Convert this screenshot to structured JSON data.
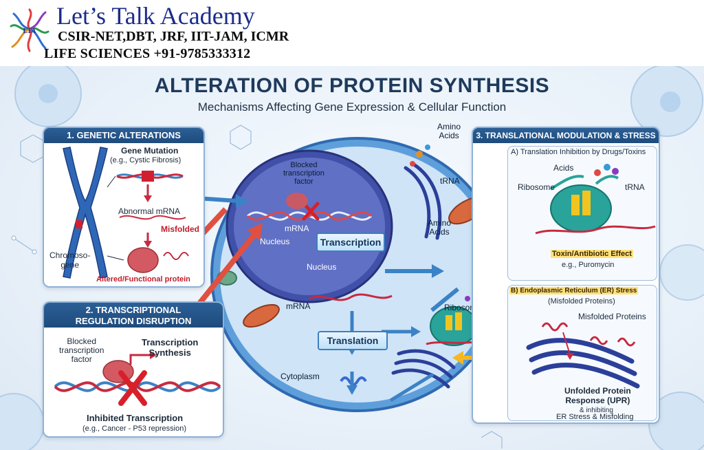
{
  "header": {
    "academy_name": "Let’s Talk Academy",
    "exams": "CSIR-NET,DBT, JRF, IIT-JAM, ICMR",
    "contact": "LIFE SCIENCES   +91-9785333312",
    "logo_text": "LTA"
  },
  "title": "ALTERATION OF PROTEIN SYNTHESIS",
  "subtitle": "Mechanisms Affecting Gene Expression & Cellular Function",
  "panel1": {
    "heading": "1. GENETIC ALTERATIONS",
    "gene_mutation": "Gene Mutation",
    "gene_mutation_example": "(e.g., Cystic Fibrosis)",
    "abnormal_mrna": "Abnormal mRNA",
    "misfolded": "Misfolded",
    "chromosome_gene": "Chromoso-\ngene",
    "altered_protein": "Altered/Functional protein"
  },
  "panel2": {
    "heading_line1": "2. TRANSCRIPTIONAL",
    "heading_line2": "REGULATION DISRUPTION",
    "blocked_factor": "Blocked\ntranscription\nfactor",
    "transcription_synthesis": "Transcription\nSynthesis",
    "inhibited": "Inhibited Transcription",
    "inhibited_example": "(e.g., Cancer - P53 repression)"
  },
  "cell": {
    "blocked_factor": "Blocked\ntranscription\nfactor",
    "nucleus_1": "Nucleus",
    "mrna_1": "mRNA",
    "nucleus_2": "Nucleus",
    "transcription": "Transcription",
    "mrna_2": "mRNA",
    "translation": "Translation",
    "cytoplasm": "Cytoplasm",
    "amino_acids_top": "Amino\nAcids",
    "trna": "tRNA",
    "amino_acids_mid": "Amino\nAcids",
    "ribosomes": "Ribosomes"
  },
  "panel3": {
    "heading": "3. TRANSLATIONAL MODULATION & STRESS",
    "a_title": "A) Translation Inhibition by Drugs/Toxins",
    "acids": "Acids",
    "ribosome": "Ribosome",
    "trna": "tRNA",
    "toxin_effect": "Toxin/Antibiotic Effect",
    "toxin_example": "e.g., Puromycin",
    "b_title": "B) Endoplasmic Reticulum (ER) Stress",
    "b_sub": "(Misfolded Proteins)",
    "misfolded_proteins": "Misfolded Proteins",
    "upr": "Unfolded Protein\nResponse (UPR)",
    "upr_inhibiting": "& inhibiting",
    "upr_stress": "ER Stress & Misfolding"
  },
  "colors": {
    "panel_header": "#1e4b7c",
    "accent_red": "#c21d2a",
    "accent_yellow": "#f4b820",
    "nucleus": "#3a4aa0",
    "cell": "#5a9cd8"
  }
}
